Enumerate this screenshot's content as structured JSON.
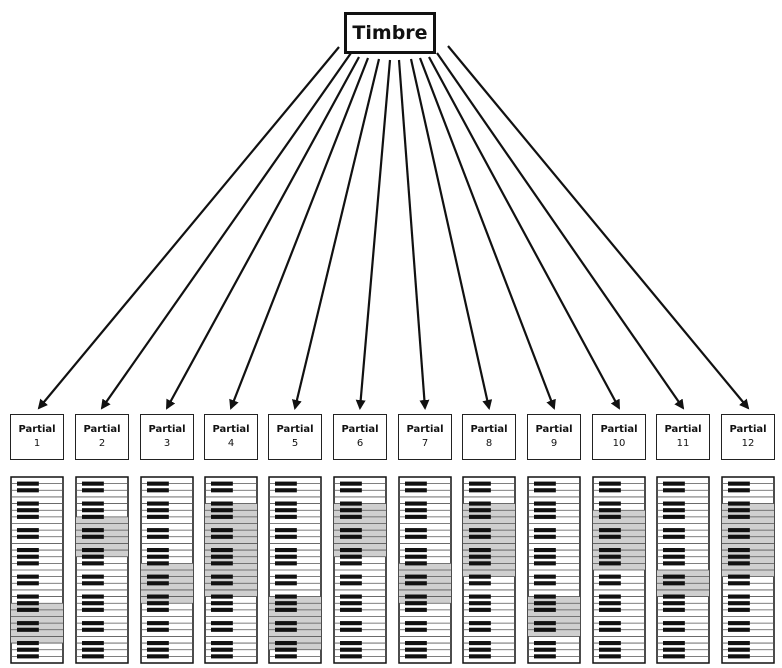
{
  "diagram": {
    "root": {
      "label": "Timbre"
    },
    "partials": [
      {
        "label": "Partial",
        "number": "1",
        "highlight": [
          [
            19,
            25
          ]
        ]
      },
      {
        "label": "Partial",
        "number": "2",
        "highlight": [
          [
            6,
            12
          ]
        ]
      },
      {
        "label": "Partial",
        "number": "3",
        "highlight": [
          [
            13,
            19
          ]
        ]
      },
      {
        "label": "Partial",
        "number": "4",
        "highlight": [
          [
            4,
            18
          ]
        ]
      },
      {
        "label": "Partial",
        "number": "5",
        "highlight": [
          [
            18,
            26
          ]
        ]
      },
      {
        "label": "Partial",
        "number": "6",
        "highlight": [
          [
            4,
            12
          ]
        ]
      },
      {
        "label": "Partial",
        "number": "7",
        "highlight": [
          [
            13,
            19
          ]
        ]
      },
      {
        "label": "Partial",
        "number": "8",
        "highlight": [
          [
            4,
            15
          ]
        ]
      },
      {
        "label": "Partial",
        "number": "9",
        "highlight": [
          [
            18,
            24
          ]
        ]
      },
      {
        "label": "Partial",
        "number": "10",
        "highlight": [
          [
            5,
            14
          ]
        ]
      },
      {
        "label": "Partial",
        "number": "11",
        "highlight": [
          [
            14,
            18
          ]
        ]
      },
      {
        "label": "Partial",
        "number": "12",
        "highlight": [
          [
            4,
            15
          ]
        ]
      }
    ],
    "colors": {
      "line": "#111111",
      "highlight": "#cfcfcf",
      "black_key": "#111111"
    }
  }
}
